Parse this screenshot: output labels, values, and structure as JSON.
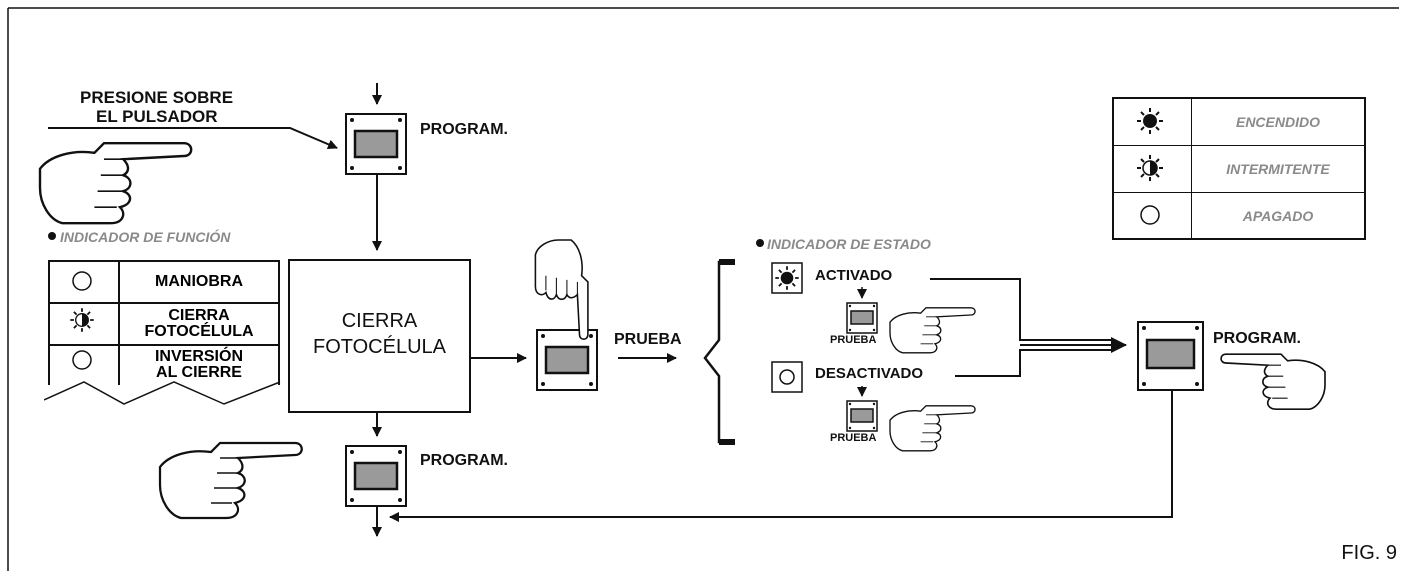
{
  "labels": {
    "press_line1": "PRESIONE SOBRE",
    "press_line2": "EL PULSADOR",
    "program_top": "PROGRAM.",
    "program_bottom": "PROGRAM.",
    "program_right": "PROGRAM.",
    "function_indicator": "INDICADOR DE FUNCIÓN",
    "status_indicator": "INDICADOR DE ESTADO",
    "center_box_line1": "CIERRA",
    "center_box_line2": "FOTOCÉLULA",
    "prueba_main": "PRUEBA",
    "prueba_activated": "PRUEBA",
    "prueba_deactivated": "PRUEBA",
    "activated": "ACTIVADO",
    "deactivated": "DESACTIVADO",
    "figure": "FIG. 9"
  },
  "function_table": [
    {
      "symbol": "off-circle-icon",
      "text": [
        "MANIOBRA"
      ]
    },
    {
      "symbol": "blinking-light-icon",
      "text": [
        "CIERRA",
        "FOTOCÉLULA"
      ]
    },
    {
      "symbol": "off-circle-icon",
      "text": [
        "INVERSIÓN",
        "AL CIERRE"
      ]
    }
  ],
  "legend": [
    {
      "symbol": "on-light-icon",
      "label": "ENCENDIDO"
    },
    {
      "symbol": "blinking-light-icon",
      "label": "INTERMITENTE"
    },
    {
      "symbol": "off-circle-icon",
      "label": "APAGADO"
    }
  ]
}
